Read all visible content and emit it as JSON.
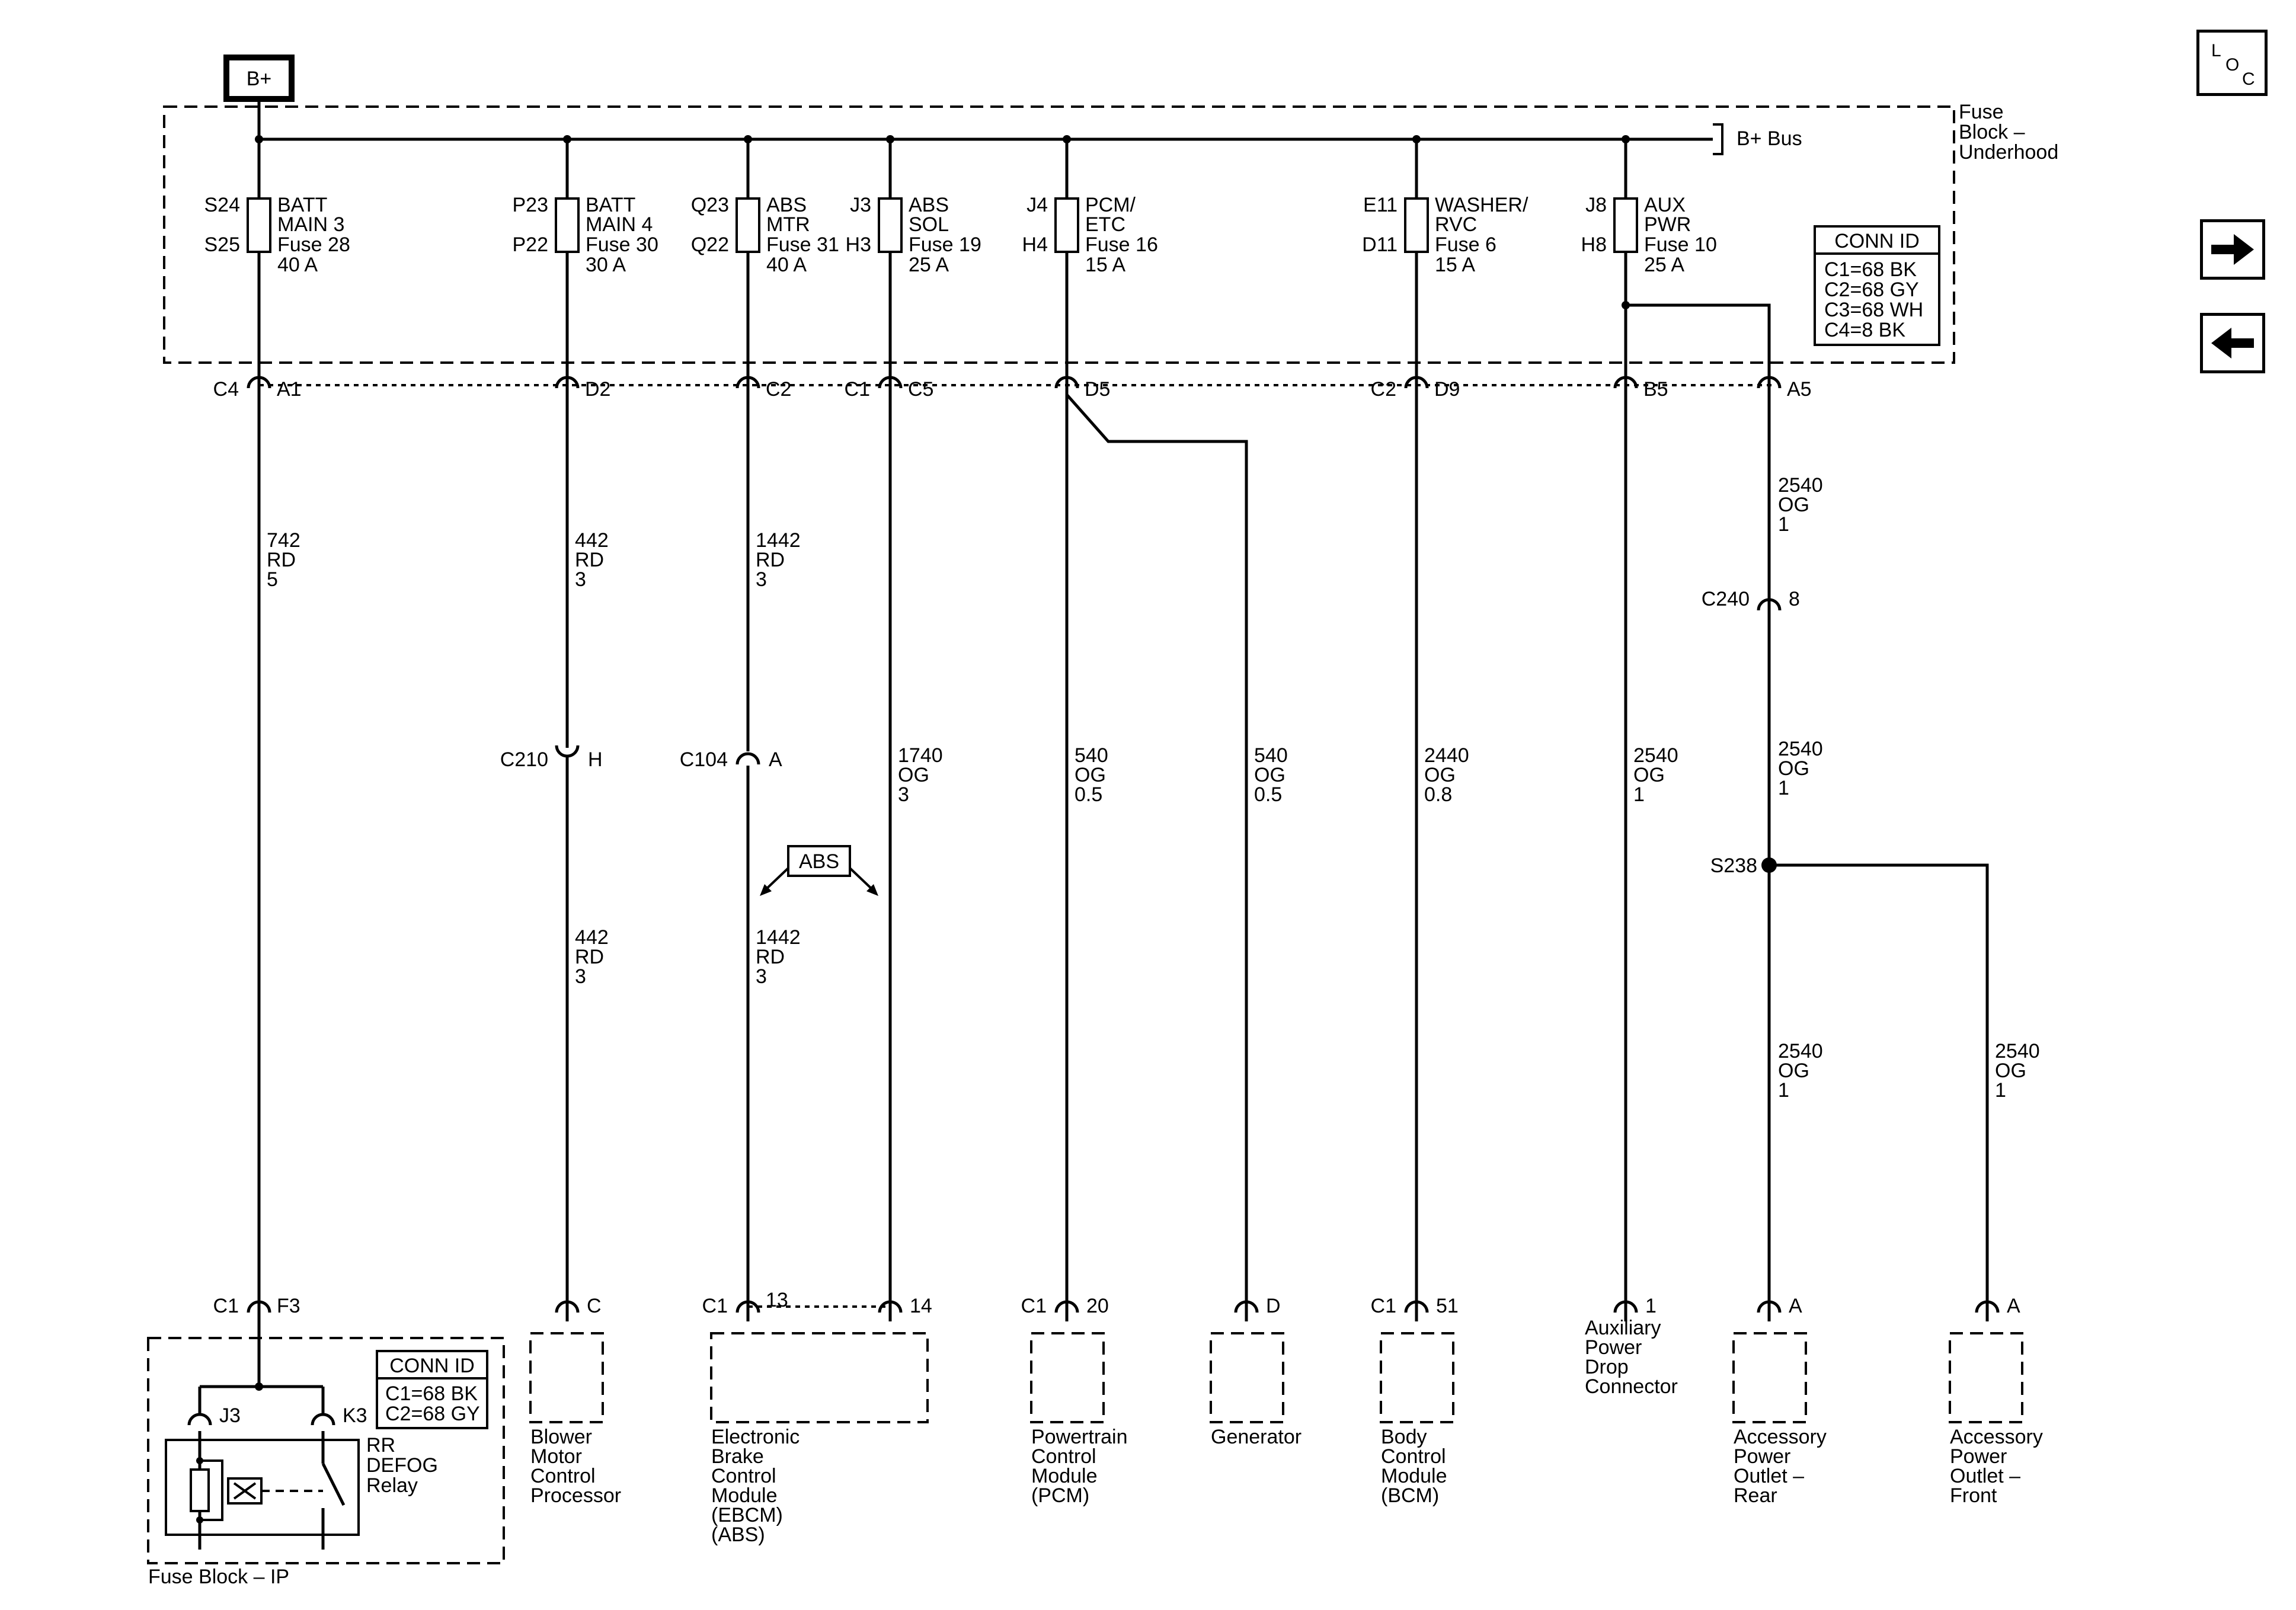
{
  "power_source": "B+",
  "bus_label": "B+ Bus",
  "underhood_block_lines": [
    "Fuse",
    "Block –",
    "Underhood"
  ],
  "ip_block_label": "Fuse Block – IP",
  "underhood_conn_id": {
    "title": "CONN ID",
    "lines": [
      "C1=68 BK",
      "C2=68 GY",
      "C3=68 WH",
      "C4=8 BK"
    ]
  },
  "ip_conn_id": {
    "title": "CONN ID",
    "lines": [
      "C1=68 BK",
      "C2=68 GY"
    ]
  },
  "fuses": [
    {
      "pin_top": "S24",
      "pin_bottom": "S25",
      "lines": [
        "BATT",
        "MAIN 3",
        "Fuse 28",
        "40 A"
      ]
    },
    {
      "pin_top": "P23",
      "pin_bottom": "P22",
      "lines": [
        "BATT",
        "MAIN 4",
        "Fuse 30",
        "30 A"
      ]
    },
    {
      "pin_top": "Q23",
      "pin_bottom": "Q22",
      "lines": [
        "ABS",
        "MTR",
        "Fuse 31",
        "40 A"
      ]
    },
    {
      "pin_top": "J3",
      "pin_bottom": "H3",
      "lines": [
        "ABS",
        "SOL",
        "Fuse 19",
        "25 A"
      ]
    },
    {
      "pin_top": "J4",
      "pin_bottom": "H4",
      "lines": [
        "PCM/",
        "ETC",
        "Fuse 16",
        "15 A"
      ]
    },
    {
      "pin_top": "E11",
      "pin_bottom": "D11",
      "lines": [
        "WASHER/",
        "RVC",
        "Fuse 6",
        "15 A"
      ]
    },
    {
      "pin_top": "J8",
      "pin_bottom": "H8",
      "lines": [
        "AUX",
        "PWR",
        "Fuse 10",
        "25 A"
      ]
    }
  ],
  "block_outputs": [
    {
      "conn": "C4",
      "pin": "A1"
    },
    {
      "conn": "",
      "pin": "D2"
    },
    {
      "conn": "",
      "pin": "C2"
    },
    {
      "conn": "C1",
      "pin": "C5"
    },
    {
      "conn": "",
      "pin": "D5"
    },
    {
      "conn": "C2",
      "pin": "D9"
    },
    {
      "conn": "",
      "pin": "B5"
    },
    {
      "conn": "",
      "pin": "A5"
    }
  ],
  "wire_labels": [
    [
      "742",
      "RD",
      "5"
    ],
    [
      "442",
      "RD",
      "3"
    ],
    [
      "442",
      "RD",
      "3"
    ],
    [
      "1442",
      "RD",
      "3"
    ],
    [
      "1442",
      "RD",
      "3"
    ],
    [
      "1740",
      "OG",
      "3"
    ],
    [
      "540",
      "OG",
      "0.5"
    ],
    [
      "540",
      "OG",
      "0.5"
    ],
    [
      "2440",
      "OG",
      "0.8"
    ],
    [
      "2540",
      "OG",
      "1"
    ],
    [
      "2540",
      "OG",
      "1"
    ],
    [
      "2540",
      "OG",
      "1"
    ],
    [
      "2540",
      "OG",
      "1"
    ],
    [
      "2540",
      "OG",
      "1"
    ]
  ],
  "inline_connectors": [
    {
      "conn": "C210",
      "pin": "H"
    },
    {
      "conn": "C104",
      "pin": "A"
    },
    {
      "conn": "C240",
      "pin": "8"
    }
  ],
  "splice": "S238",
  "option_tag": "ABS",
  "component_pins": [
    {
      "conn": "C1",
      "pin": "F3"
    },
    {
      "conn": "",
      "pin": "C"
    },
    {
      "conn": "C1",
      "pin": "13"
    },
    {
      "conn": "",
      "pin": "14"
    },
    {
      "conn": "C1",
      "pin": "20"
    },
    {
      "conn": "",
      "pin": "D"
    },
    {
      "conn": "C1",
      "pin": "51"
    },
    {
      "conn": "",
      "pin": "1"
    },
    {
      "conn": "",
      "pin": "A"
    },
    {
      "conn": "",
      "pin": "A"
    }
  ],
  "relay": {
    "pin_left": "J3",
    "pin_right": "K3",
    "lines": [
      "RR",
      "DEFOG",
      "Relay"
    ]
  },
  "components": [
    [
      "Blower",
      "Motor",
      "Control",
      "Processor"
    ],
    [
      "Electronic",
      "Brake",
      "Control",
      "Module",
      "(EBCM)",
      "(ABS)"
    ],
    [
      "Powertrain",
      "Control",
      "Module",
      "(PCM)"
    ],
    [
      "Generator"
    ],
    [
      "Body",
      "Control",
      "Module",
      "(BCM)"
    ],
    [
      "Auxiliary",
      "Power",
      "Drop",
      "Connector"
    ],
    [
      "Accessory",
      "Power",
      "Outlet –",
      "Rear"
    ],
    [
      "Accessory",
      "Power",
      "Outlet –",
      "Front"
    ]
  ],
  "nav": {
    "loc": [
      "L",
      "O",
      "C"
    ],
    "next_icon": "arrow-right-icon",
    "prev_icon": "arrow-left-icon"
  }
}
